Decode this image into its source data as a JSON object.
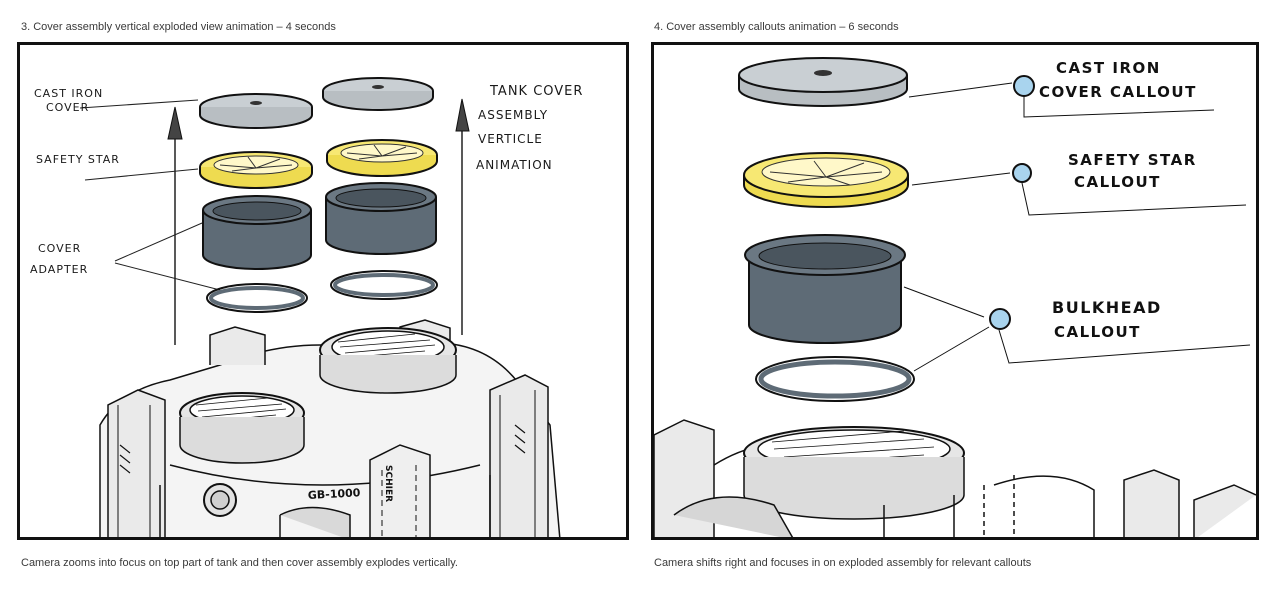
{
  "panels": [
    {
      "title": "3. Cover assembly vertical exploded view animation – 4 seconds",
      "caption": "Camera zooms into focus on top part of tank and then cover assembly explodes vertically.",
      "annotations": {
        "cast_iron_cover": [
          "CAST IRON",
          "COVER"
        ],
        "safety_star": "SAFETY STAR",
        "cover_adapter": [
          "COVER",
          "ADAPTER"
        ],
        "tank_cover_assembly": [
          "TANK COVER",
          "ASSEMBLY",
          "VERTICLE",
          "ANIMATION"
        ],
        "model_label": "GB-1000",
        "brand_label": "SCHIER"
      }
    },
    {
      "title": "4. Cover assembly callouts animation – 6 seconds",
      "caption": "Camera shifts right and focuses in on exploded assembly for relevant callouts",
      "callouts": {
        "cast_iron": [
          "CAST IRON",
          "COVER CALLOUT"
        ],
        "safety_star": [
          "SAFETY STAR",
          "CALLOUT"
        ],
        "bulkhead": [
          "BULKHEAD",
          "CALLOUT"
        ]
      }
    }
  ],
  "colors": {
    "cover": "#c9cfd3",
    "safety_star": "#f7e873",
    "adapter": "#5e6b76",
    "callout_dot": "#a9d4ee",
    "outline": "#111111"
  }
}
